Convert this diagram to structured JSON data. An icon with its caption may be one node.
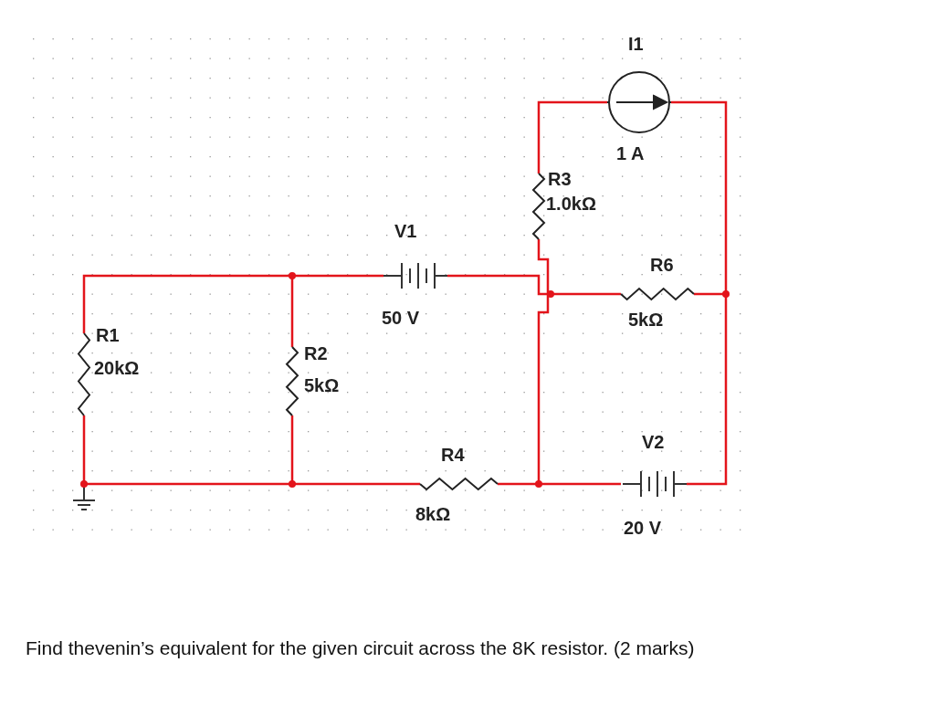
{
  "diagram": {
    "caption": "Find thevenin’s equivalent for the given circuit across the 8K resistor. (2 marks)",
    "labels": [
      "I1",
      "1 A",
      "R3",
      "1.0kΩ",
      "V1",
      "R6",
      "50 V",
      "5kΩ",
      "R1",
      "20kΩ",
      "R2",
      "5kΩ",
      "R4",
      "V2",
      "8kΩ",
      "20 V"
    ]
  }
}
